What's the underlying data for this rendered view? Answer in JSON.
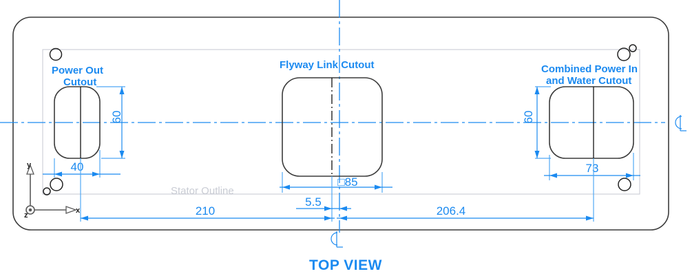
{
  "drawing": {
    "view_title": "TOP VIEW",
    "ghost_label": "Stator Outline",
    "callouts": {
      "power_out_line1": "Power Out",
      "power_out_line2": "Cutout",
      "flyway": "Flyway Link Cutout",
      "combined_line1": "Combined Power In",
      "combined_line2": "and Water Cutout"
    },
    "dimensions": {
      "power_out_height": "60",
      "power_out_width": "40",
      "flyway_size": "□85",
      "combined_height": "60",
      "combined_width": "73",
      "left_span": "210",
      "offset_small": "5.5",
      "right_span": "206.4"
    },
    "centerline_symbol": "℄",
    "axis": {
      "x_label": "x",
      "y_label": "y",
      "z_label": "z"
    },
    "colors": {
      "accent_blue": "#1b8af0",
      "light_blue": "#4fa8f5",
      "part_outline": "#3b3b3b",
      "ghost_gray": "#c9ccd4",
      "black": "#111111",
      "background": "#ffffff"
    }
  }
}
